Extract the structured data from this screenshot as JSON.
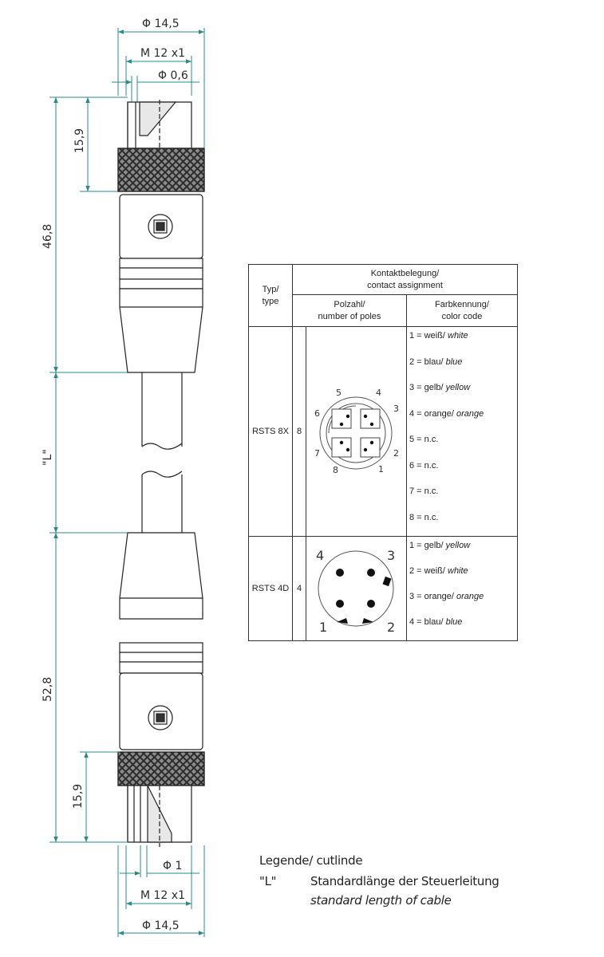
{
  "dims_top": {
    "diameter": "Φ 14,5",
    "thread": "M 12 x1",
    "small_diameter": "Φ 0,6",
    "length_nut": "15,9",
    "length_total": "46,8"
  },
  "dims_middle": {
    "cable_length": "\"L\""
  },
  "dims_bottom": {
    "length_total": "52,8",
    "length_nut": "15,9",
    "small_diameter": "Φ 1",
    "thread": "M 12 x1",
    "diameter": "Φ 14,5"
  },
  "table": {
    "col_type": "Typ/\ntype",
    "contact_header": "Kontaktbelegung/\ncontact assignment",
    "poles_header": "Polzahl/\nnumber of poles",
    "color_header": "Farbkennung/\ncolor code",
    "rows": [
      {
        "type": "RSTS 8X",
        "poles": "8",
        "pin_labels": [
          "1",
          "2",
          "3",
          "4",
          "5",
          "6",
          "7",
          "8"
        ],
        "codes": [
          {
            "de": "1 = weiß/ ",
            "en": "white"
          },
          {
            "de": "2 = blau/ ",
            "en": "blue"
          },
          {
            "de": "3 = gelb/ ",
            "en": "yellow"
          },
          {
            "de": "4 = orange/ ",
            "en": "orange"
          },
          {
            "de": "5 = n.c.",
            "en": ""
          },
          {
            "de": "6 = n.c.",
            "en": ""
          },
          {
            "de": "7 = n.c.",
            "en": ""
          },
          {
            "de": "8 = n.c.",
            "en": ""
          }
        ]
      },
      {
        "type": "RSTS 4D",
        "poles": "4",
        "pin_labels": [
          "1",
          "2",
          "3",
          "4"
        ],
        "codes": [
          {
            "de": "1 = gelb/ ",
            "en": "yellow"
          },
          {
            "de": "2 = weiß/ ",
            "en": "white"
          },
          {
            "de": "3 = orange/ ",
            "en": "orange"
          },
          {
            "de": "4 = blau/ ",
            "en": "blue"
          }
        ]
      }
    ]
  },
  "legend": {
    "title": "Legende/ cutlinde",
    "key": "\"L\"",
    "de": "Standardlänge der Steuerleitung",
    "en": "standard length of cable"
  },
  "colors": {
    "dimension": "#2a8a8a",
    "outline": "#222222",
    "knurl": "#555555"
  }
}
